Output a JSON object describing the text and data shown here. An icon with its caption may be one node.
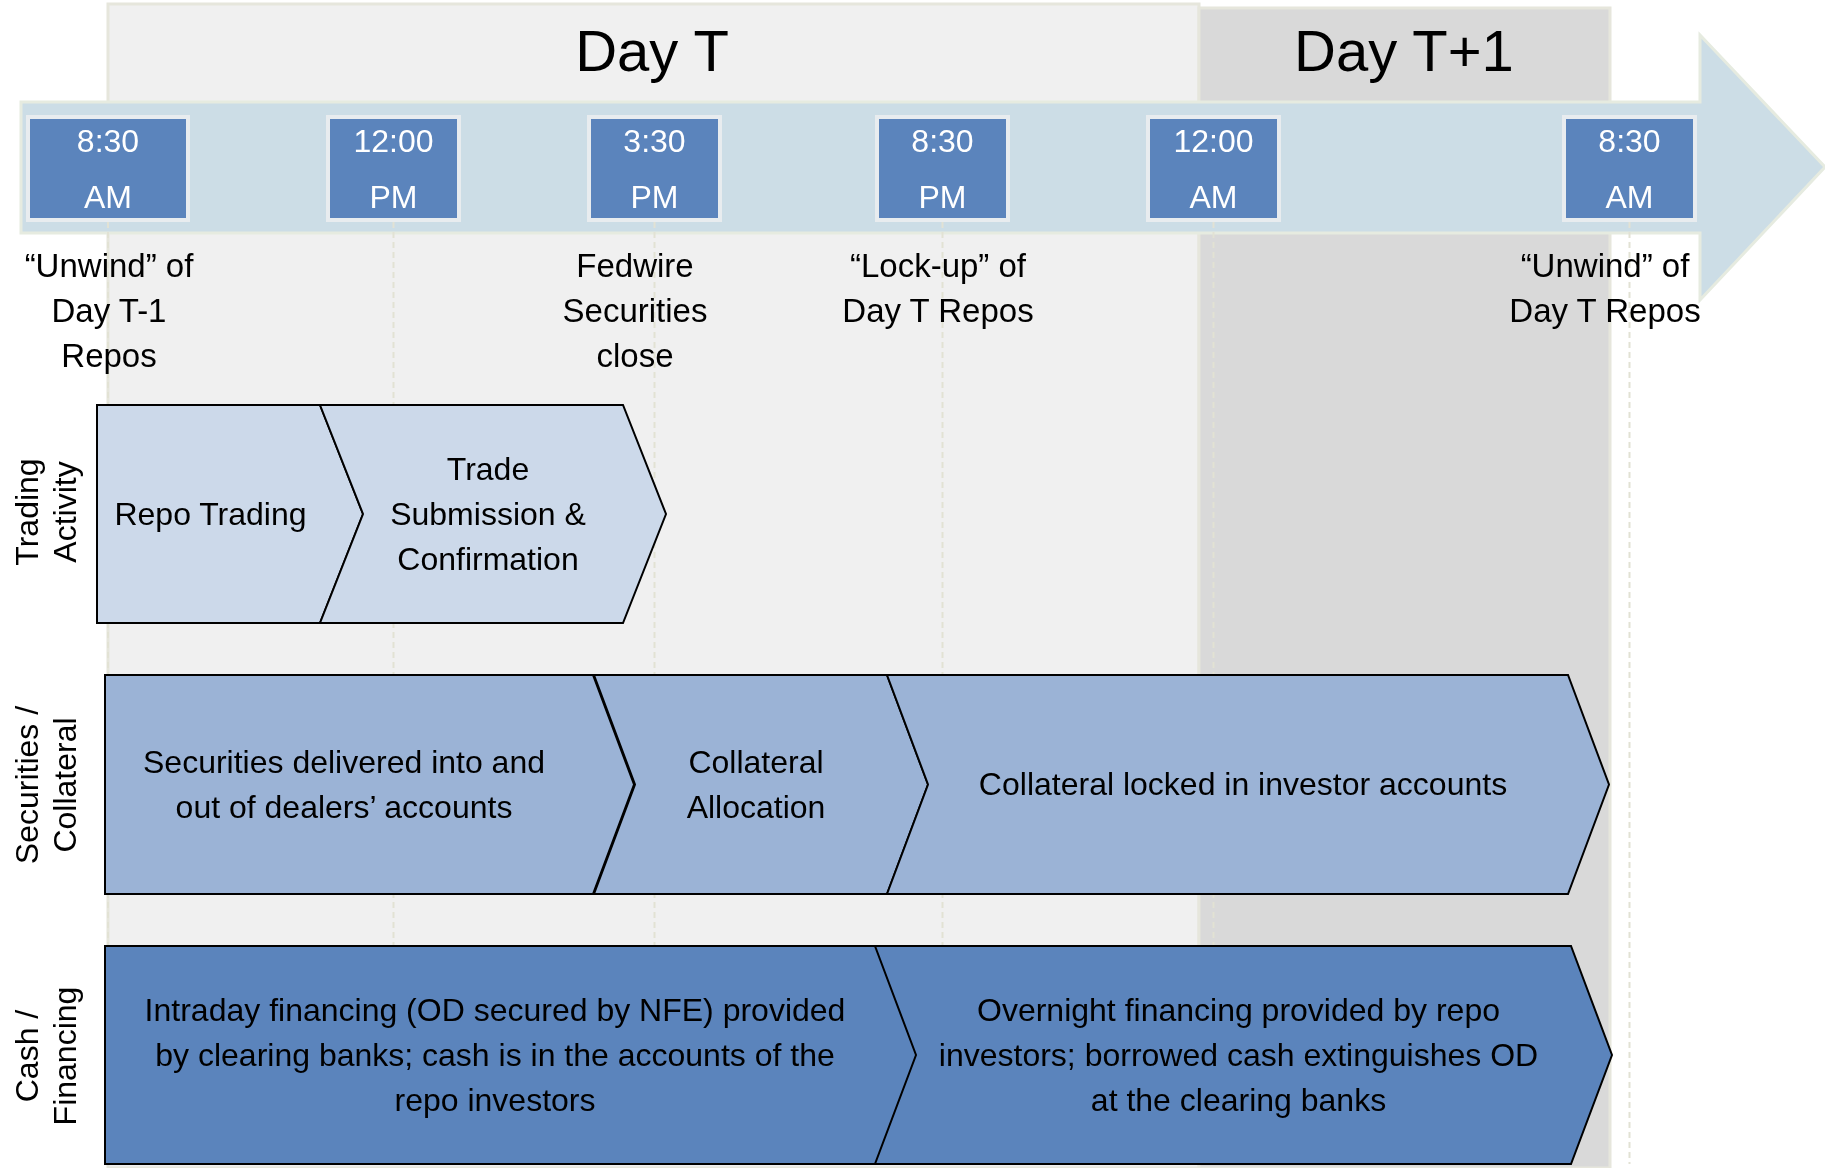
{
  "diagram": {
    "nodes": [
      {
        "text": [
          "8:30 AM"
        ]
      },
      {
        "text": [
          "12:00 PM"
        ]
      },
      {
        "text": [
          "3:30 PM"
        ]
      },
      {
        "text": [
          "8:30 PM"
        ]
      },
      {
        "text": [
          "12:00 AM"
        ]
      },
      {
        "text": [
          "8:30 AM"
        ]
      },
      {
        "text": [
          "Repo Trading"
        ]
      },
      {
        "text": [
          "Trade Submission & Confirmation"
        ]
      },
      {
        "text": [
          "Securities delivered into and out of dealers’ accounts"
        ]
      },
      {
        "text": [
          "Collateral Allocation"
        ]
      },
      {
        "text": [
          "Collateral locked in investor accounts"
        ]
      },
      {
        "text": [
          "Intraday financing (OD secured by NFE) provided by clearing banks; cash is in the accounts of the repo investors"
        ]
      },
      {
        "text": [
          "Overnight financing provided by repo investors; borrowed cash extinguishes OD at the clearing banks"
        ]
      }
    ],
    "edges": [],
    "labels": [
      "Day T",
      "Day T+1",
      "“Unwind” of Day T-1 Repos",
      "Fedwire Securities close",
      "“Lock-up” of Day T Repos",
      "“Unwind” of Day T Repos",
      "Trading Activity",
      "Securities / Collateral",
      "Cash / Financing"
    ]
  }
}
